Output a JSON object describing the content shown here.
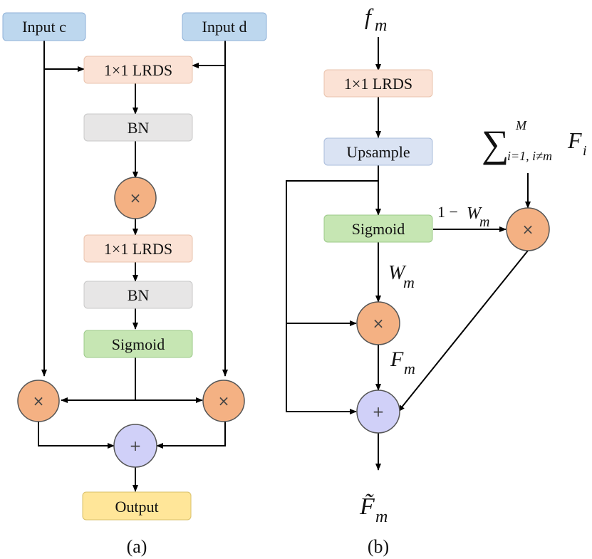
{
  "panel_a": {
    "input_c": "Input c",
    "input_d": "Input d",
    "lrds_1": "1×1 LRDS",
    "bn_1": "BN",
    "mult_center": "×",
    "lrds_2": "1×1 LRDS",
    "bn_2": "BN",
    "sigmoid": "Sigmoid",
    "mult_left": "×",
    "mult_right": "×",
    "add": "+",
    "output": "Output",
    "caption": "(a)"
  },
  "panel_b": {
    "f_top": "f",
    "f_top_sub": "m",
    "lrds": "1×1 LRDS",
    "upsample": "Upsample",
    "sigmoid": "Sigmoid",
    "one_minus": "1 − ",
    "w_label": "W",
    "w_sub": "m",
    "sum_symbol": "∑",
    "sum_upper": "M",
    "sum_lower": "i=1, i≠m",
    "sum_F": "F",
    "sum_F_sub": "i",
    "mult_right": "×",
    "mult_center": "×",
    "F_label": "F",
    "F_sub": "m",
    "add": "+",
    "F_tilde": "F̃",
    "F_tilde_sub": "m",
    "caption": "(b)"
  },
  "colors": {
    "input_fill": "#bdd7ee",
    "lrds_fill": "#fbe2d5",
    "bn_fill": "#e7e6e6",
    "sigmoid_fill": "#c6e6b3",
    "multiply_fill": "#f4b183",
    "add_fill": "#d0d0f8",
    "output_fill": "#ffe699",
    "upsample_fill": "#dae3f3"
  }
}
